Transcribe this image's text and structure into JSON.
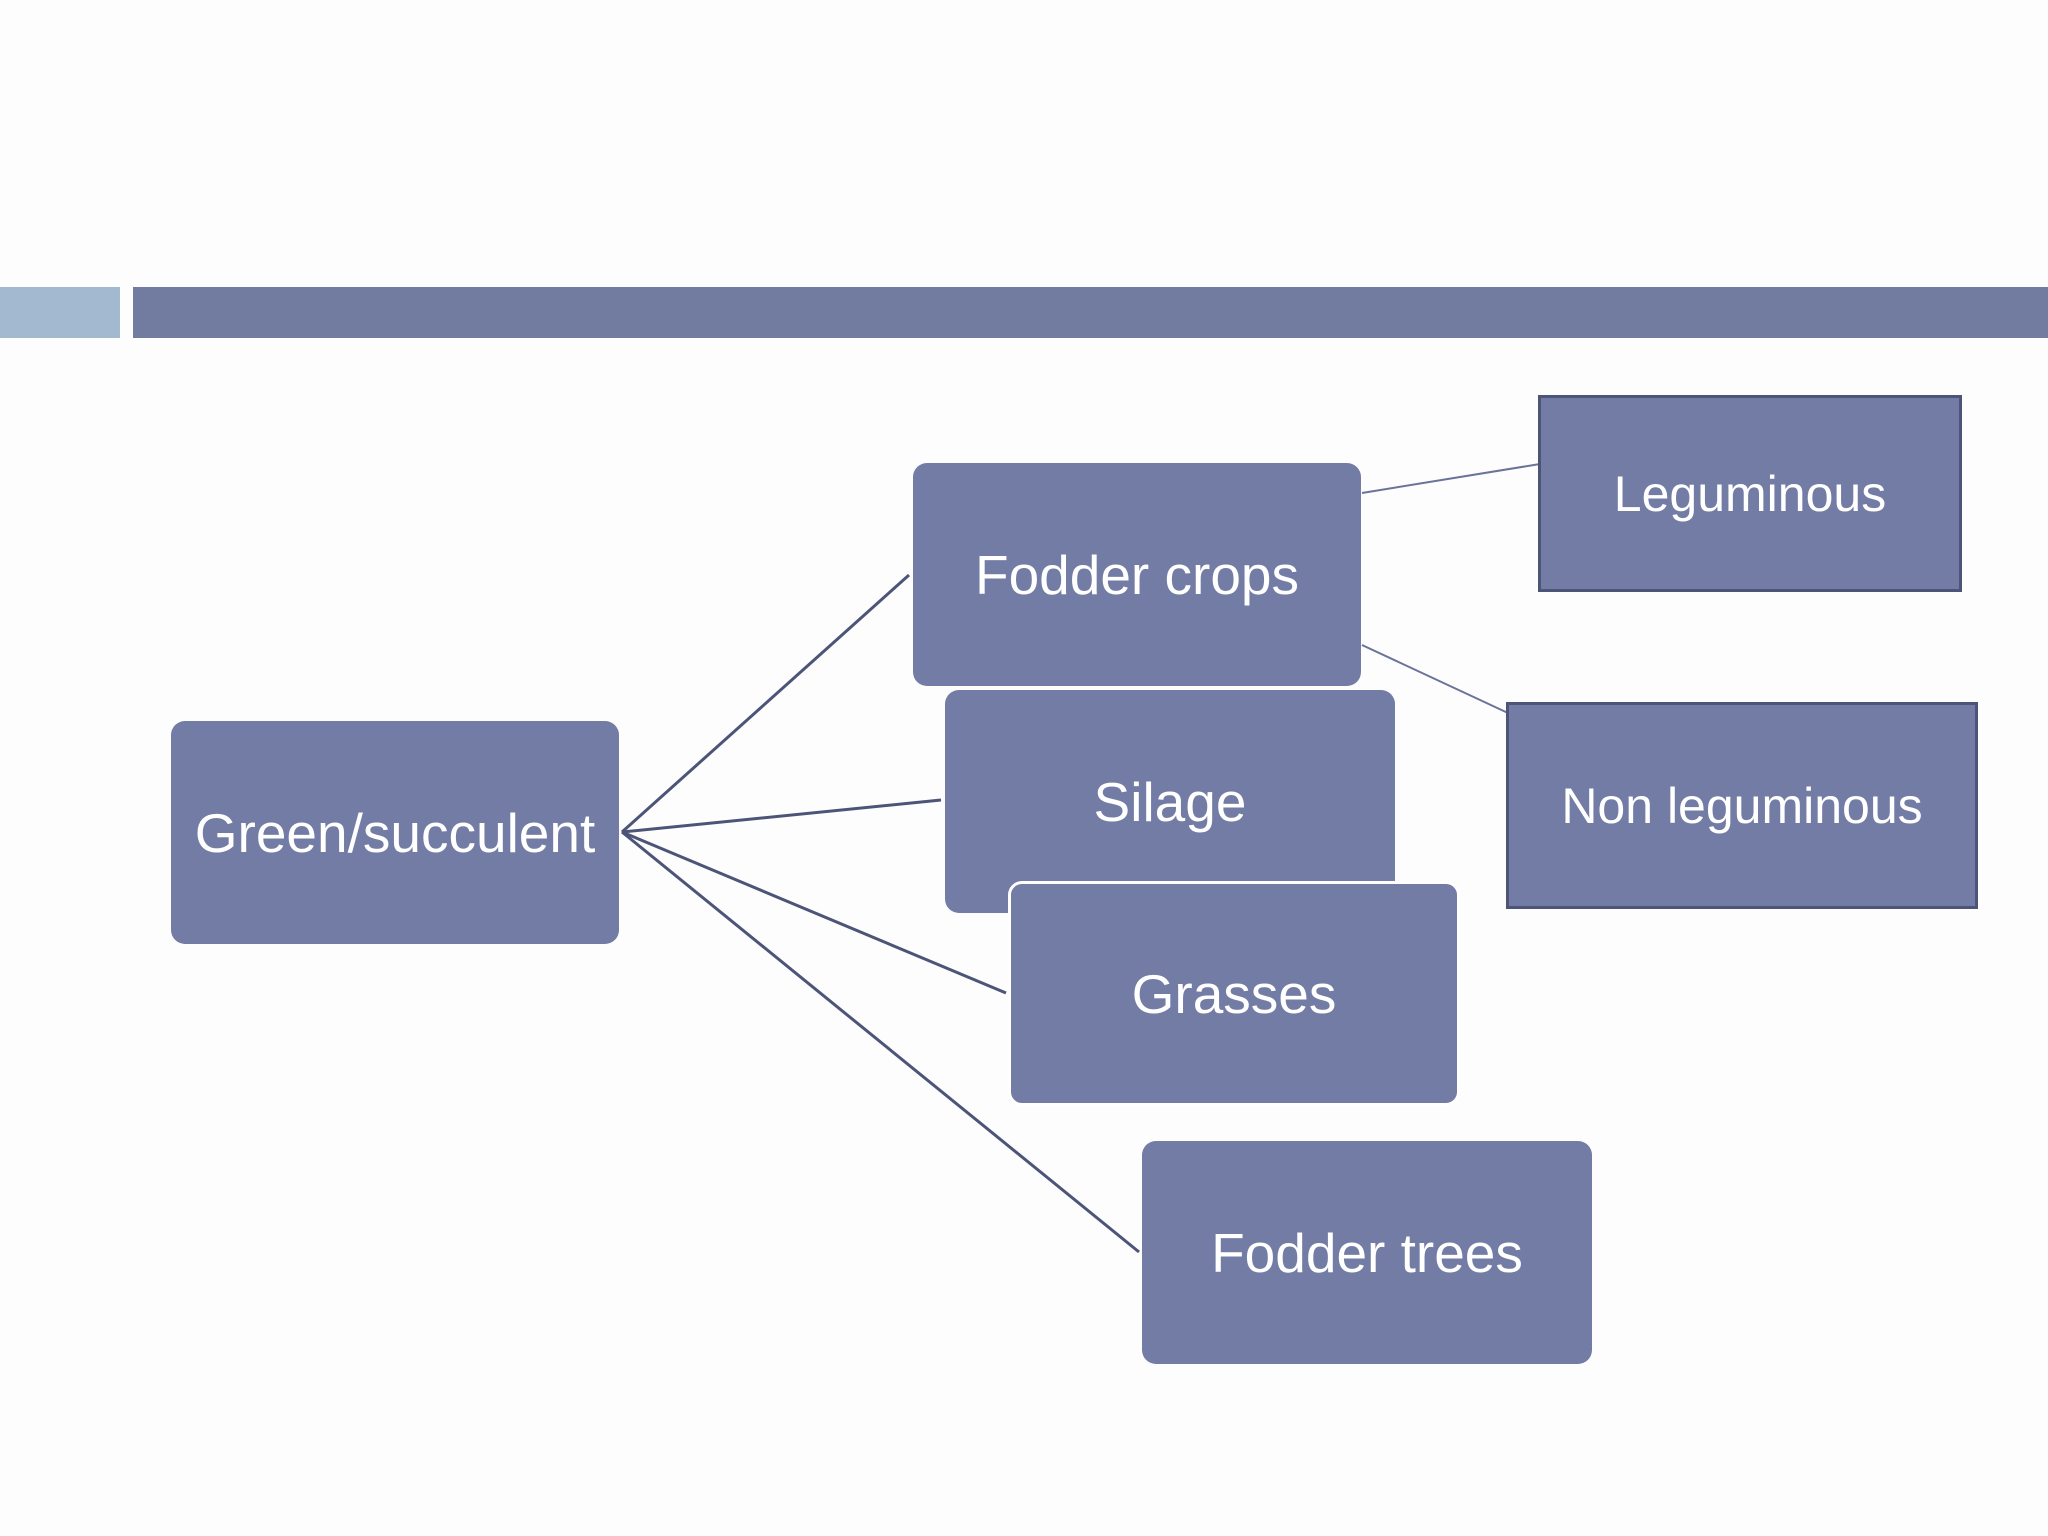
{
  "diagram": {
    "root": {
      "label": "Green/succulent"
    },
    "branches": [
      {
        "id": "fodder-crops",
        "label": "Fodder crops"
      },
      {
        "id": "silage",
        "label": "Silage"
      },
      {
        "id": "grasses",
        "label": "Grasses"
      },
      {
        "id": "fodder-trees",
        "label": "Fodder trees"
      }
    ],
    "sub_branches": [
      {
        "parent": "fodder-crops",
        "id": "leguminous",
        "label": "Leguminous"
      },
      {
        "parent": "fodder-crops",
        "id": "non-leguminous",
        "label": "Non leguminous"
      }
    ]
  },
  "colors": {
    "box_fill": "#737ca5",
    "header_bar": "#727ca1",
    "header_accent": "#a3b9d0",
    "connector": "#4c5478",
    "text": "#ffffff",
    "background": "#fdfdfd"
  }
}
